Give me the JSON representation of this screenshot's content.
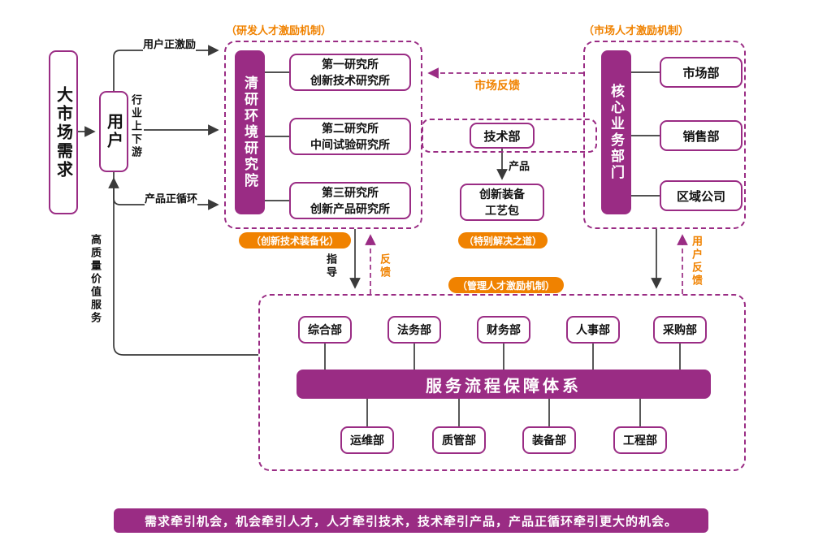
{
  "colors": {
    "purple": "#9A2C84",
    "orange": "#F08200",
    "line": "#3a3a3a"
  },
  "left": {
    "market_demand": "大市场需求",
    "user": "用户",
    "user_incentive": "用户正激励",
    "industry_chain": "行业上下游",
    "product_cycle": "产品正循环",
    "hq_service": "高质量价值服务"
  },
  "research_group": {
    "tag": "（研发人才激励机制）",
    "core": "清研环境研究院",
    "institutes": [
      {
        "line1": "第一研究所",
        "line2": "创新技术研究所"
      },
      {
        "line1": "第二研究所",
        "line2": "中间试验研究所"
      },
      {
        "line1": "第三研究所",
        "line2": "创新产品研究所"
      }
    ],
    "bottom_tag": "（创新技术装备化）"
  },
  "middle": {
    "tech_dept": "技术部",
    "product_label": "产品",
    "package_line1": "创新装备",
    "package_line2": "工艺包",
    "solution_tag": "（特别解决之道）",
    "market_feedback": "市场反馈"
  },
  "market_group": {
    "tag": "（市场人才激励机制）",
    "core": "核心业务部门",
    "departments": [
      "市场部",
      "销售部",
      "区域公司"
    ]
  },
  "management_group": {
    "tag": "（管理人才激励机制）",
    "top_departments": [
      "综合部",
      "法务部",
      "财务部",
      "人事部",
      "采购部"
    ],
    "service_bar": "服务流程保障体系",
    "bottom_departments": [
      "运维部",
      "质管部",
      "装备部",
      "工程部"
    ]
  },
  "flow_labels": {
    "guidance": "指导",
    "feedback": "反馈",
    "user_feedback": "用户反馈"
  },
  "banner": "需求牵引机会，机会牵引人才，人才牵引技术，技术牵引产品，产品正循环牵引更大的机会。"
}
